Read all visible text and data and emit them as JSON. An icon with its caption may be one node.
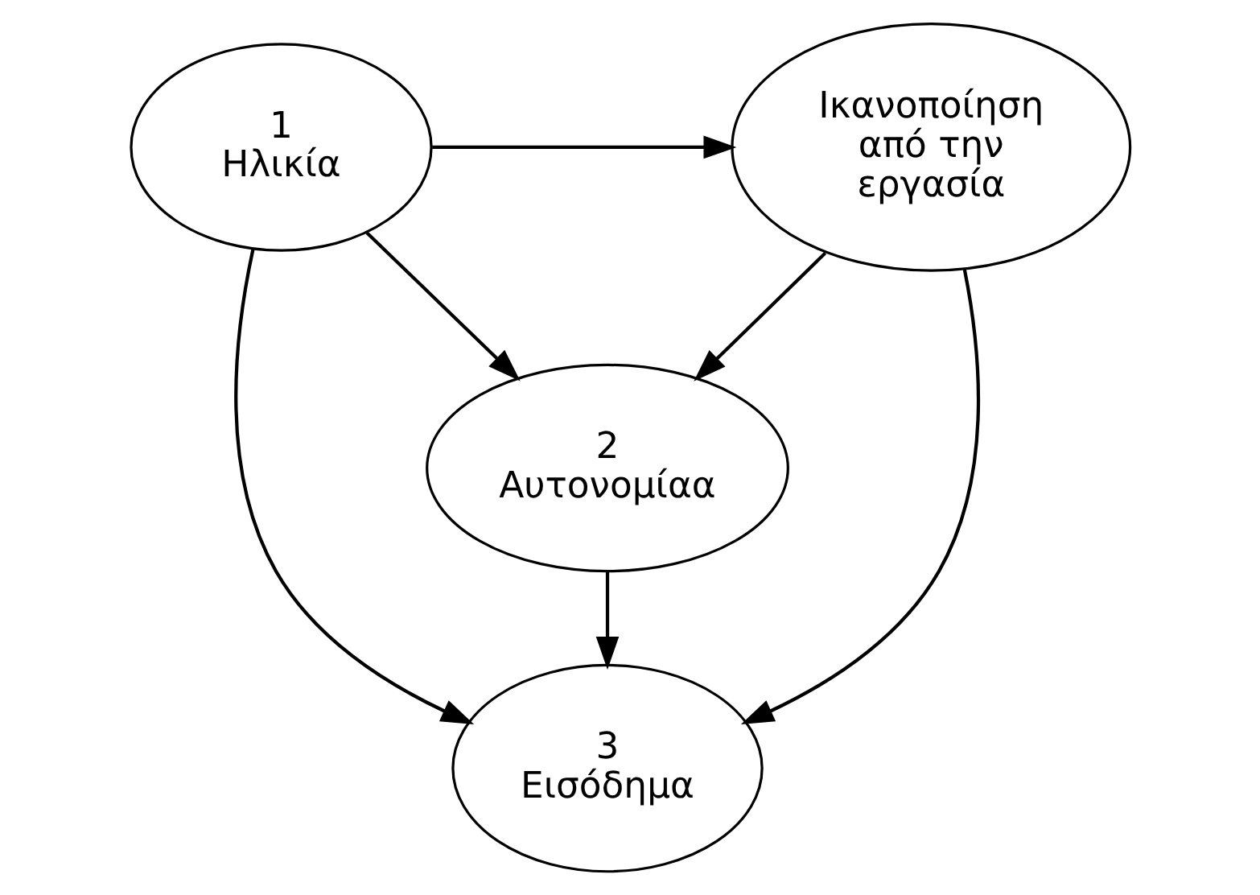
{
  "diagram": {
    "nodes": [
      {
        "text": [
          "1",
          "Ηλικία"
        ]
      },
      {
        "text": [
          "Ικανοποίηση από την εργασία"
        ]
      },
      {
        "text": [
          "2",
          "Αυτονομίαα"
        ]
      },
      {
        "text": [
          "3",
          "Εισόδημα"
        ]
      }
    ],
    "edges": [
      {
        "from": 0,
        "to": 1,
        "arrow": "to"
      },
      {
        "from": 0,
        "to": 2,
        "arrow": "to"
      },
      {
        "from": 1,
        "to": 2,
        "arrow": "to"
      },
      {
        "from": 0,
        "to": 3,
        "arrow": "to"
      },
      {
        "from": 2,
        "to": 3,
        "arrow": "to"
      },
      {
        "from": 1,
        "to": 3,
        "arrow": "to"
      }
    ]
  }
}
